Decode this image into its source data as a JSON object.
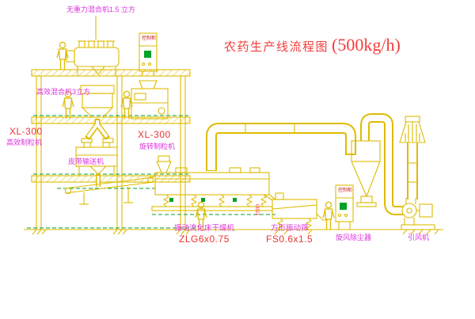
{
  "title": {
    "text": "农药生产线流程图",
    "capacity": "(500kg/h)"
  },
  "labels": {
    "top_mixer": "无重力混合机1.5 立方",
    "floor2_mixer": "高效混合机3立方",
    "granulator_left_model": "XL-300",
    "granulator_left_name": "高效制粒机",
    "granulator_right_model": "XL-300",
    "granulator_right_name": "旋转制粒机",
    "belt_conveyor": "皮带输送机",
    "dryer_name": "振动流化床干燥机",
    "dryer_model": "ZLG6x0.75",
    "screen_name": "方形振动筛",
    "screen_model": "FS0.6x1.5",
    "cyclone_name": "旋风除尘器",
    "fan_name": "引风机",
    "panel_label": "控制柜",
    "dim_screen_height": "1500"
  },
  "colors": {
    "line_yellow": "#debb00",
    "green": "#00a226",
    "magenta": "#dd33dd",
    "red": "#ee3333",
    "background": "#ffffff"
  }
}
